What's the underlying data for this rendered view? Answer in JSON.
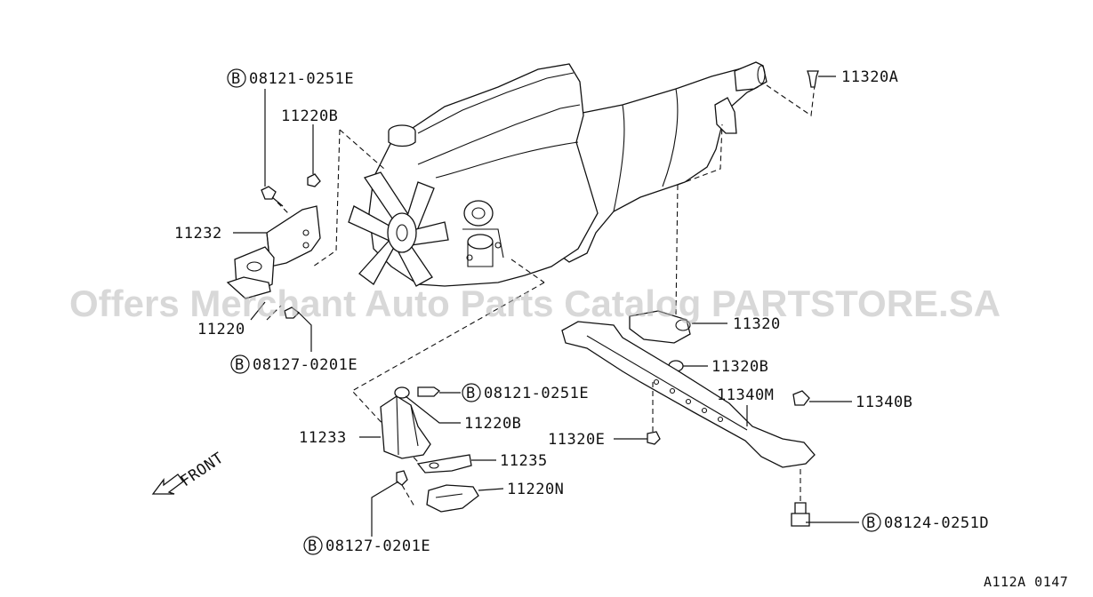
{
  "labels": {
    "bolt_top_left": "08121-0251E",
    "p11220B_top": "11220B",
    "p11232": "11232",
    "p11220": "11220",
    "bolt_mid_left": "08127-0201E",
    "p11320A": "11320A",
    "p11320": "11320",
    "p11320B": "11320B",
    "p11340M": "11340M",
    "p11340B": "11340B",
    "p11320E": "11320E",
    "bolt_center": "08121-0251E",
    "p11220B_center": "11220B",
    "p11233": "11233",
    "p11235": "11235",
    "p11220N": "11220N",
    "bolt_bottom": "08127-0201E",
    "bolt_right": "08124-0251D",
    "front": "FRONT",
    "bolt_prefix": "B"
  },
  "watermark": "Offers Merchant Auto Parts Catalog PARTSTORE.SA",
  "diagram_code": "A112A 0147"
}
